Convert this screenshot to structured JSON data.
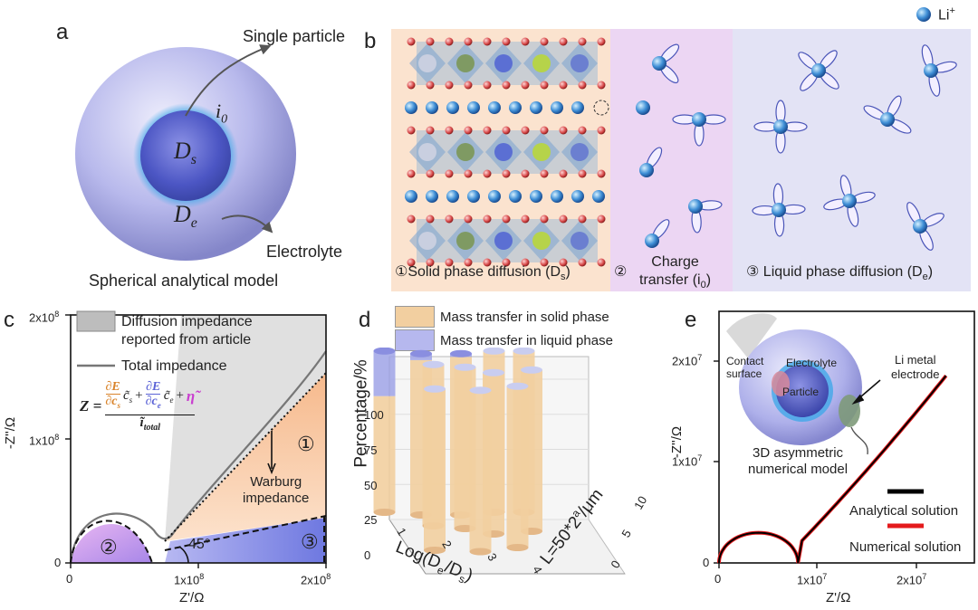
{
  "panel_a": {
    "label": "a",
    "single_particle": "Single particle",
    "i0": "i",
    "i0_sub": "0",
    "Ds": "D",
    "Ds_sub": "s",
    "De": "D",
    "De_sub": "e",
    "electrolyte": "Electrolyte",
    "caption": "Spherical analytical model"
  },
  "panel_b": {
    "label": "b",
    "legend_li": "Li",
    "legend_sup": "+",
    "sec1": "①Solid phase diffusion (D",
    "sec1_sub": "s",
    "sec2_num": "②",
    "sec2_line1": "Charge",
    "sec2_line2": "transfer (i",
    "sec2_sub": "0",
    "sec3": "③ Liquid phase diffusion (D",
    "sec3_sub": "e",
    "close_paren": ")",
    "colors": {
      "solid_bg": "#fbe3cf",
      "transfer_bg": "#ecd6f3",
      "liquid_bg": "#e3e3f5",
      "li_ion": "#3f8fd6"
    }
  },
  "panel_c": {
    "label": "c",
    "legend_diffusion_1": "Diffusion impedance",
    "legend_diffusion_2": "reported from article",
    "legend_total": "Total impedance",
    "eq_z": "Z =",
    "eq_num_a": "∂E",
    "eq_den_a": "∂c",
    "eq_den_a_sub": "s",
    "eq_c_s": "c̃",
    "eq_c_s_sub": "s",
    "eq_plus": "+",
    "eq_num_b": "∂E",
    "eq_den_b": "∂c",
    "eq_den_b_sub": "e",
    "eq_c_e": "c̃",
    "eq_c_e_sub": "e",
    "eq_eta": "η̃",
    "eq_den": "ĩ",
    "eq_den_sub": "total",
    "ylabel": "-Z''/Ω",
    "xlabel": "Z'/Ω",
    "ytick_top": "2x10",
    "ytick_mid": "1x10",
    "tick_exp": "8",
    "ytick_zero": "0",
    "xtick_zero": "0",
    "xtick_1": "1x10",
    "xtick_2": "2x10",
    "region_1": "①",
    "region_2": "②",
    "region_3": "③",
    "warburg_1": "Warburg",
    "warburg_2": "impedance",
    "angle": "45°"
  },
  "panel_d": {
    "label": "d",
    "legend_solid": "Mass transfer in solid phase",
    "legend_liquid": "Mass transfer in liquid phase",
    "ylabel": "Percentage/%",
    "xlabel": "Log(D",
    "xlabel_sub": "e",
    "xlabel_mid": "/D",
    "xlabel_sub2": "s",
    "xlabel_end": ")",
    "zlabel": "L=50*2",
    "zlabel_sup": "a",
    "zlabel_end": "/μm",
    "yticks": [
      "0",
      "25",
      "50",
      "75",
      "100"
    ],
    "xticks": [
      "1",
      "2",
      "3",
      "4"
    ],
    "zticks": [
      "0",
      "5",
      "10"
    ],
    "colors": {
      "solid": "#f2cfa0",
      "liquid": "#9fa3e6"
    }
  },
  "panel_e": {
    "label": "e",
    "ylabel": "-Z''/Ω",
    "xlabel": "Z'/Ω",
    "ytick_top": "2x10",
    "ytick_mid": "1x10",
    "tick_exp": "7",
    "ytick_zero": "0",
    "xtick_zero": "0",
    "xtick_1": "1x10",
    "xtick_2": "2x10",
    "contact_1": "Contact",
    "contact_2": "surface",
    "electrolyte": "Electrolyte",
    "particle": "Particle",
    "li_metal_1": "Li metal",
    "li_metal_2": "electrode",
    "model_1": "3D asymmetric",
    "model_2": "numerical model",
    "legend_analytical": "Analytical solution",
    "legend_numerical": "Numerical solution",
    "colors": {
      "analytical": "#000000",
      "numerical": "#e41a1c"
    }
  }
}
